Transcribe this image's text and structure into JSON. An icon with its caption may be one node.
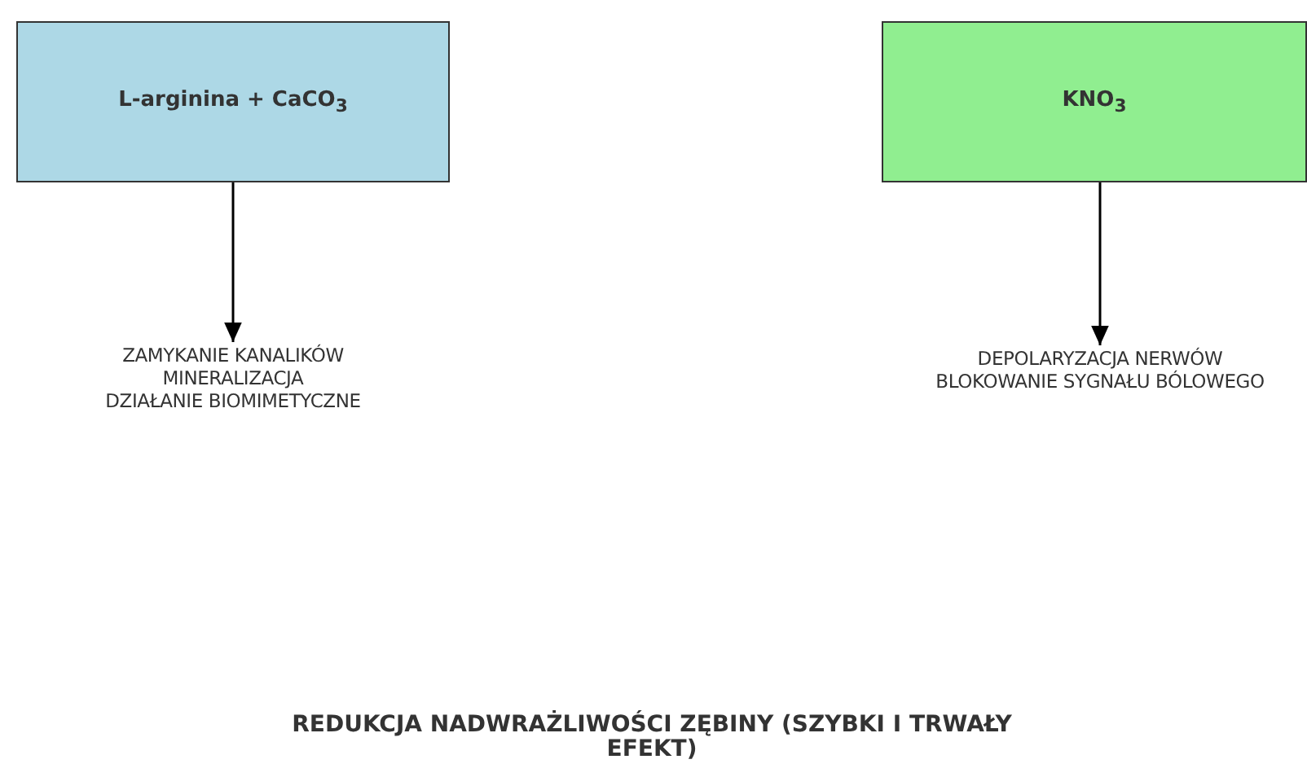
{
  "diagram": {
    "nodes": [
      {
        "text": [
          "L-arginina + CaCO$_{3}$"
        ]
      },
      {
        "text": [
          "KNO$_{3}$"
        ]
      },
      {
        "text": [
          "ZAMYKANIE KANALIKÓW",
          "MINERALIZACJA",
          "DZIAŁANIE BIOMIMETYCZNE"
        ]
      },
      {
        "text": [
          "DEPOLARYZACJA NERWÓW",
          "BLOKOWANIE SYGNAŁU BÓLOWEGO"
        ]
      }
    ],
    "edges": [
      {
        "from": 0,
        "to": 2,
        "arrow": "to"
      },
      {
        "from": 1,
        "to": 3,
        "arrow": "to"
      }
    ],
    "labels": [
      "REDUKCJA NADWRAŻLIWOŚCI ZĘBINY (SZYBKI I TRWAŁY EFEKT)"
    ]
  }
}
